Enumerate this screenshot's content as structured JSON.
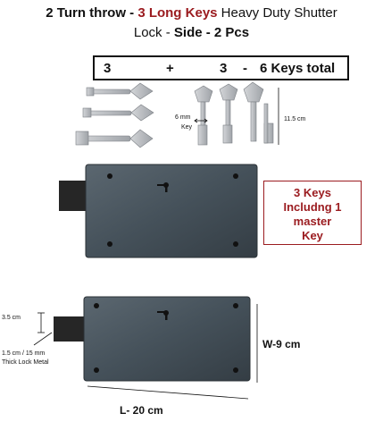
{
  "title": {
    "part1": "2 Turn throw - ",
    "part2_red": "3 Long Keys",
    "part3": " Heavy Duty Shutter",
    "line2_a": "Lock - ",
    "line2_b": " Side",
    "line2_c": " - 2 Pcs"
  },
  "totals": {
    "a": "3",
    "plus": "+",
    "b": "3",
    "dash": "-",
    "total": "6 Keys total"
  },
  "key_labels": {
    "six_mm": "6 mm",
    "key": "Key",
    "length": "11.5 cm"
  },
  "callout": {
    "line1": "3 Keys",
    "line2": "Includng 1 master",
    "line3": "Key"
  },
  "dimensions": {
    "height": "3.5 cm",
    "thickness1": "1.5 cm / 15 mm",
    "thickness2": "Thick Lock Metal",
    "width": "W-9 cm",
    "length": "L- 20 cm"
  },
  "colors": {
    "accent_red": "#9b1c20",
    "lock_body": "#44505a",
    "bolt": "#2b2b2b",
    "key_metal": "#b9bcc0"
  }
}
